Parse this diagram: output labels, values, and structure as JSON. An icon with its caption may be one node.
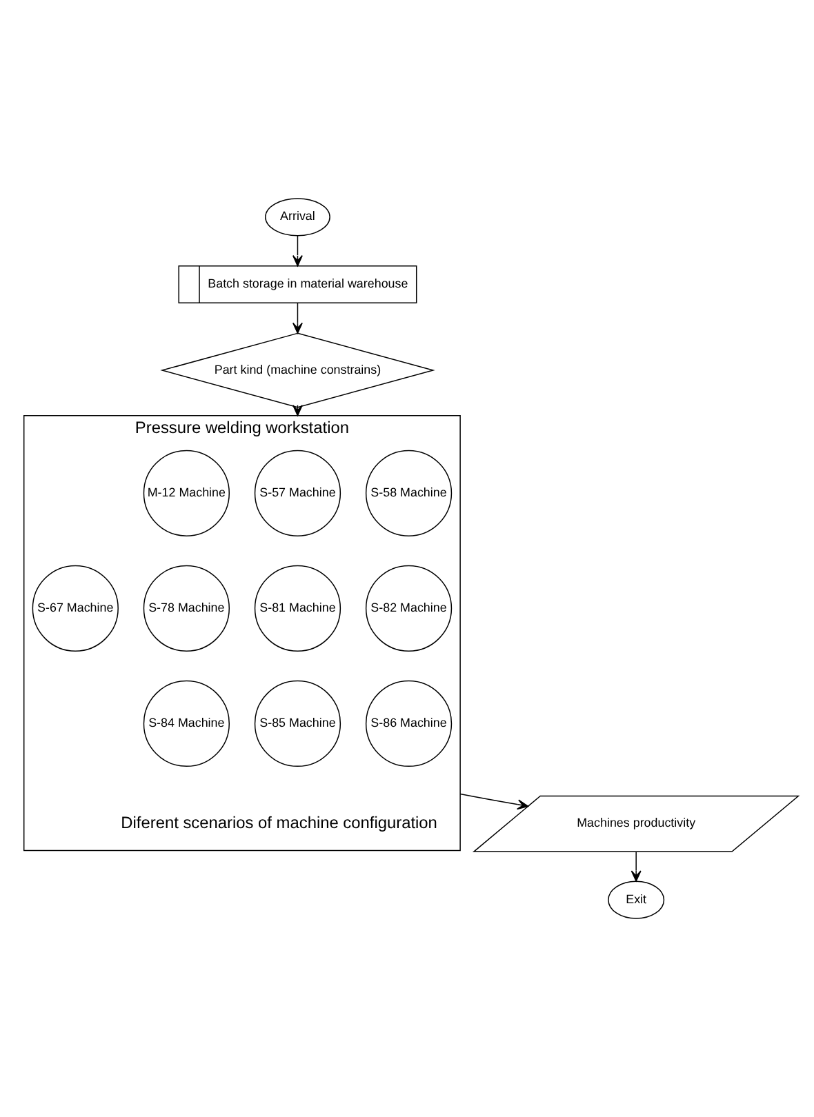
{
  "diagram": {
    "nodes": [
      {
        "text": [
          "Arrival"
        ]
      },
      {
        "text": [
          "Batch storage in material warehouse"
        ]
      },
      {
        "text": [
          "Part kind (machine constrains)"
        ]
      },
      {
        "text": [
          "Pressure welding workstation",
          "Diferent scenarios of machine configuration"
        ]
      },
      {
        "text": [
          "M-12 Machine"
        ],
        "in": 3
      },
      {
        "text": [
          "S-57 Machine"
        ],
        "in": 3
      },
      {
        "text": [
          "S-58 Machine"
        ],
        "in": 3
      },
      {
        "text": [
          "S-67 Machine"
        ],
        "in": 3
      },
      {
        "text": [
          "S-78 Machine"
        ],
        "in": 3
      },
      {
        "text": [
          "S-81 Machine"
        ],
        "in": 3
      },
      {
        "text": [
          "S-82 Machine"
        ],
        "in": 3
      },
      {
        "text": [
          "S-84 Machine"
        ],
        "in": 3
      },
      {
        "text": [
          "S-85 Machine"
        ],
        "in": 3
      },
      {
        "text": [
          "S-86 Machine"
        ],
        "in": 3
      },
      {
        "text": [
          "Machines productivity"
        ]
      },
      {
        "text": [
          "Exit"
        ]
      }
    ],
    "edges": [
      {
        "from": 0,
        "to": 1,
        "arrow": "to"
      },
      {
        "from": 1,
        "to": 2,
        "arrow": "to"
      },
      {
        "from": 2,
        "to": 3,
        "arrow": "to"
      },
      {
        "from": 3,
        "to": 14,
        "arrow": "to"
      },
      {
        "from": 14,
        "to": 15,
        "arrow": "to"
      }
    ]
  }
}
